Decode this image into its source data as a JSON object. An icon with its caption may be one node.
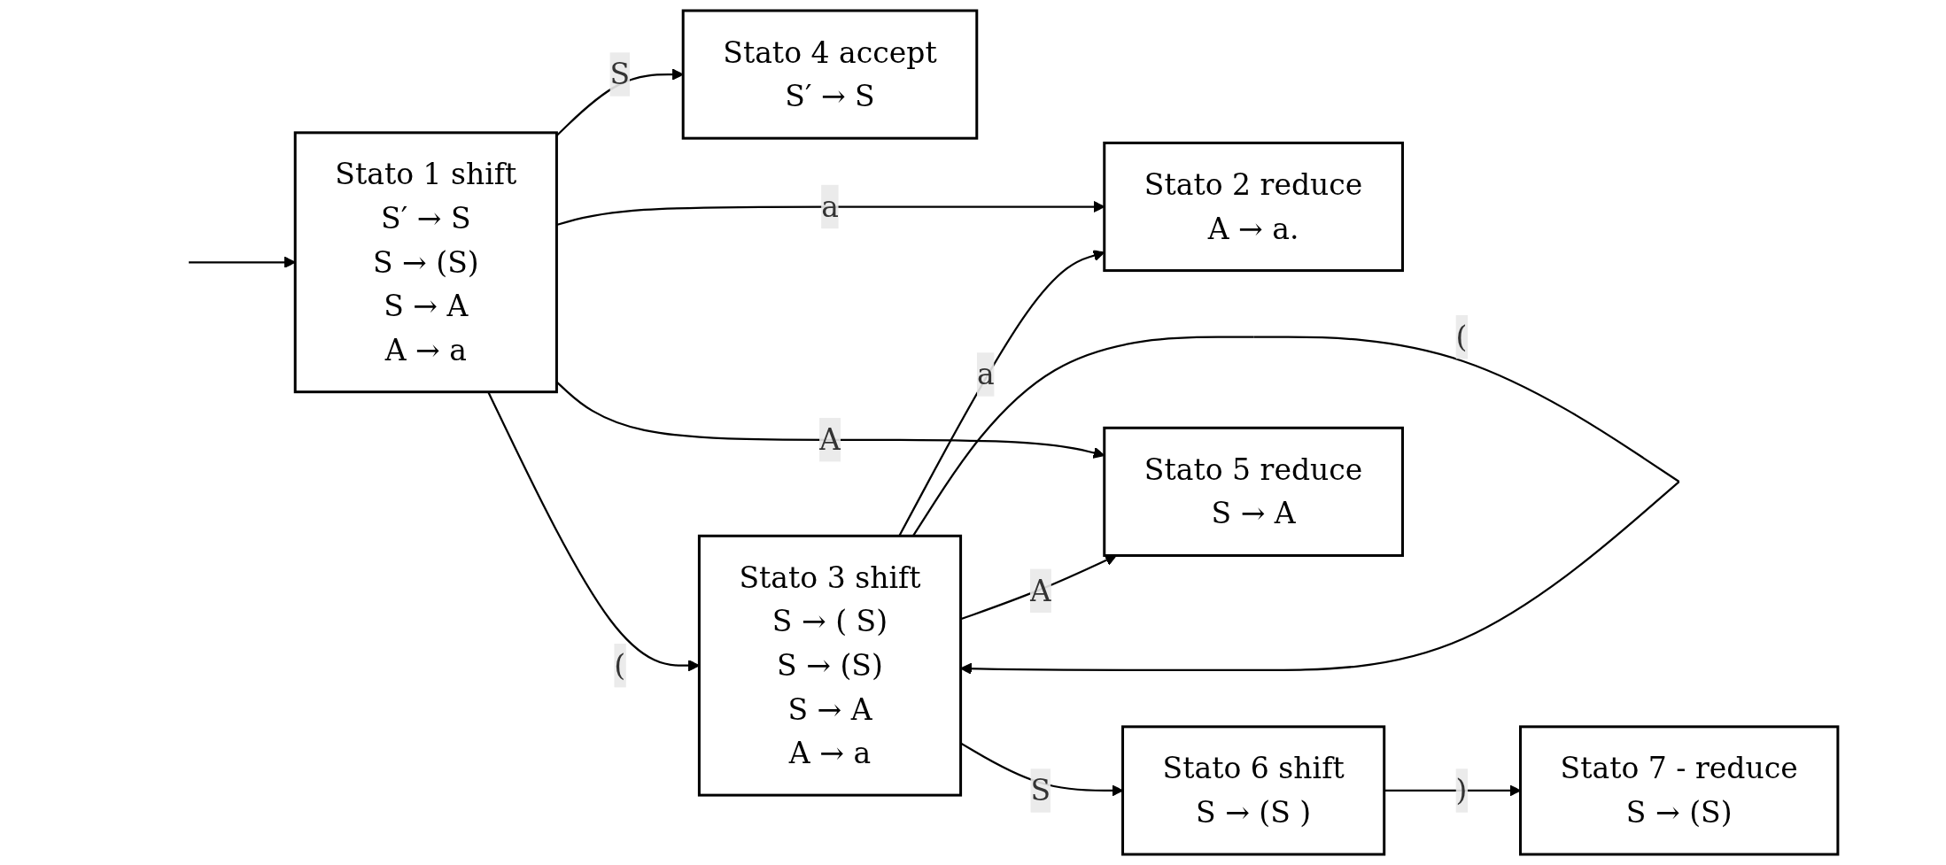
{
  "diagram": {
    "nodes": [
      {
        "text": [
          "Stato 4 accept",
          "S′ → S"
        ]
      },
      {
        "text": [
          "Stato 2 reduce",
          "A → a."
        ]
      },
      {
        "text": [
          "Stato 1 shift",
          "S′ → S",
          "S → (S)",
          "S → A",
          "A → a"
        ]
      },
      {
        "text": [
          "Stato 3 shift",
          "S → ( S)",
          "S → (S)",
          "S → A",
          "A → a"
        ]
      },
      {
        "text": [
          "Stato 6 shift",
          "S → (S )"
        ]
      },
      {
        "text": [
          "Stato 7 - reduce",
          "S → (S)"
        ]
      },
      {
        "text": [
          "Stato 5 reduce",
          "S → A"
        ]
      }
    ],
    "edges": [
      {
        "from": null,
        "to": 2,
        "arrow": "to"
      },
      {
        "from": 2,
        "to": 0,
        "arrow": "to",
        "label": "S"
      },
      {
        "from": 2,
        "to": 1,
        "arrow": "to",
        "label": "a"
      },
      {
        "from": 2,
        "to": 3,
        "arrow": "to",
        "label": "("
      },
      {
        "from": 2,
        "to": 6,
        "arrow": "to",
        "label": "A"
      },
      {
        "from": 3,
        "to": 1,
        "arrow": "to",
        "label": "a"
      },
      {
        "from": 3,
        "to": 3,
        "arrow": "to",
        "label": "("
      },
      {
        "from": 3,
        "to": 4,
        "arrow": "to",
        "label": "S"
      },
      {
        "from": 3,
        "to": 6,
        "arrow": "to",
        "label": "A"
      },
      {
        "from": 4,
        "to": 5,
        "arrow": "to",
        "label": ")"
      }
    ]
  }
}
